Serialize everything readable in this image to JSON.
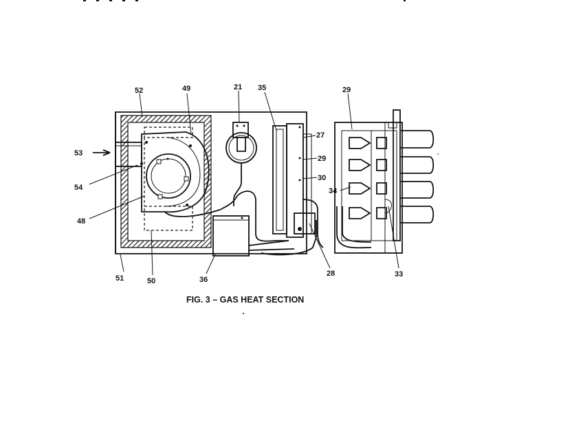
{
  "figure": {
    "caption": "FIG. 3 – GAS HEAT SECTION",
    "callouts": [
      {
        "id": "52",
        "label": "52"
      },
      {
        "id": "49",
        "label": "49"
      },
      {
        "id": "21",
        "label": "21"
      },
      {
        "id": "35",
        "label": "35"
      },
      {
        "id": "27",
        "label": "27"
      },
      {
        "id": "29a",
        "label": "29"
      },
      {
        "id": "29b",
        "label": "29"
      },
      {
        "id": "30",
        "label": "30"
      },
      {
        "id": "53",
        "label": "53"
      },
      {
        "id": "54",
        "label": "54"
      },
      {
        "id": "48",
        "label": "48"
      },
      {
        "id": "34",
        "label": "34"
      },
      {
        "id": "51",
        "label": "51"
      },
      {
        "id": "50",
        "label": "50"
      },
      {
        "id": "36",
        "label": "36"
      },
      {
        "id": "28",
        "label": "28"
      },
      {
        "id": "33",
        "label": "33"
      }
    ]
  }
}
